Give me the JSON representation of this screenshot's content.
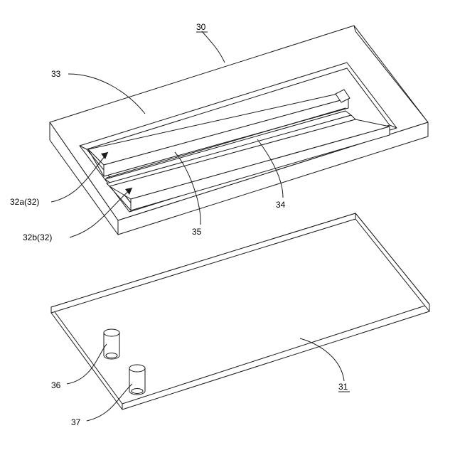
{
  "labels": {
    "upper_plate": "30",
    "recess": "33",
    "slit": "34",
    "partition": "35",
    "channel_a": "32a(32)",
    "channel_b": "32b(32)",
    "lower_plate": "31",
    "port_inlet": "36",
    "port_outlet": "37"
  },
  "colors": {
    "line": "#1a1a1a",
    "background": "#ffffff"
  }
}
